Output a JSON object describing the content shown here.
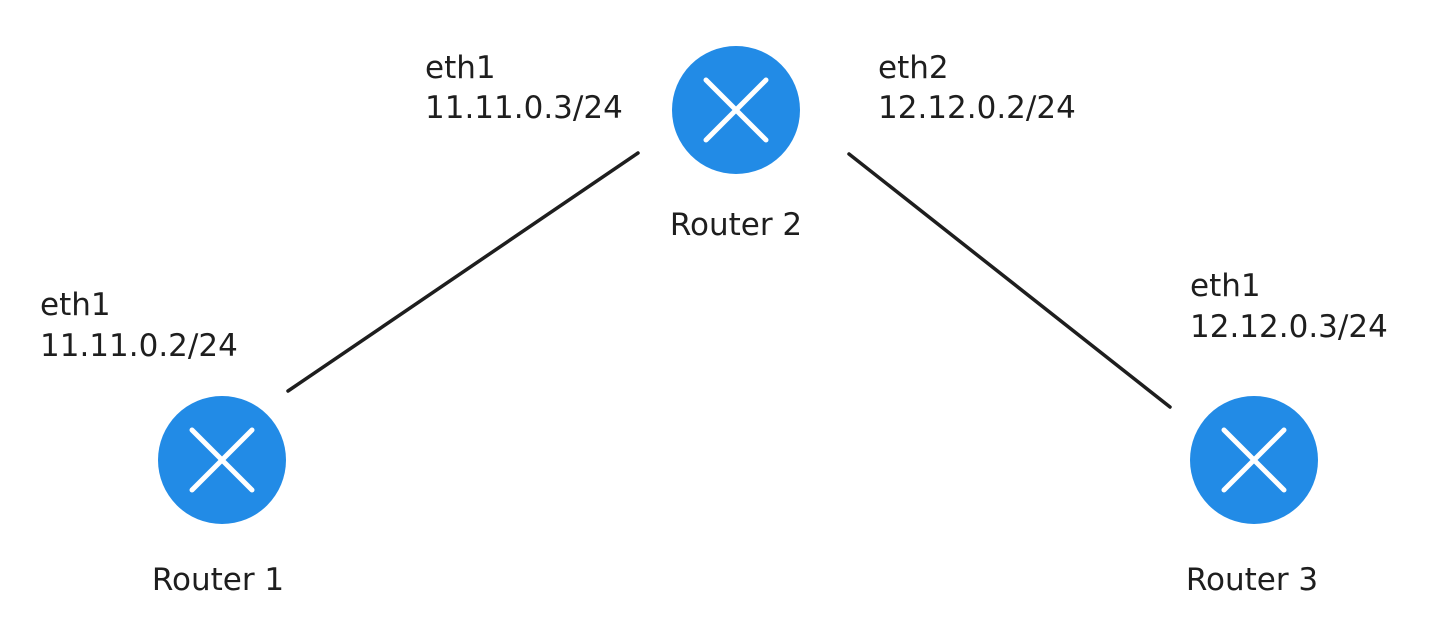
{
  "colors": {
    "router_fill": "#228be6",
    "router_mark": "#ffffff",
    "link_line": "#1e1e1e",
    "text": "#1e1e1e",
    "background": "#ffffff"
  },
  "routers": [
    {
      "id": "r1",
      "name": "Router 1",
      "icon": "router-icon"
    },
    {
      "id": "r2",
      "name": "Router 2",
      "icon": "router-icon"
    },
    {
      "id": "r3",
      "name": "Router 3",
      "icon": "router-icon"
    }
  ],
  "interfaces": {
    "r1_eth1": {
      "name": "eth1",
      "address": "11.11.0.2/24"
    },
    "r2_eth1": {
      "name": "eth1",
      "address": "11.11.0.3/24"
    },
    "r2_eth2": {
      "name": "eth2",
      "address": "12.12.0.2/24"
    },
    "r3_eth1": {
      "name": "eth1",
      "address": "12.12.0.3/24"
    }
  },
  "links": [
    {
      "from": "r1",
      "to": "r2"
    },
    {
      "from": "r2",
      "to": "r3"
    }
  ]
}
